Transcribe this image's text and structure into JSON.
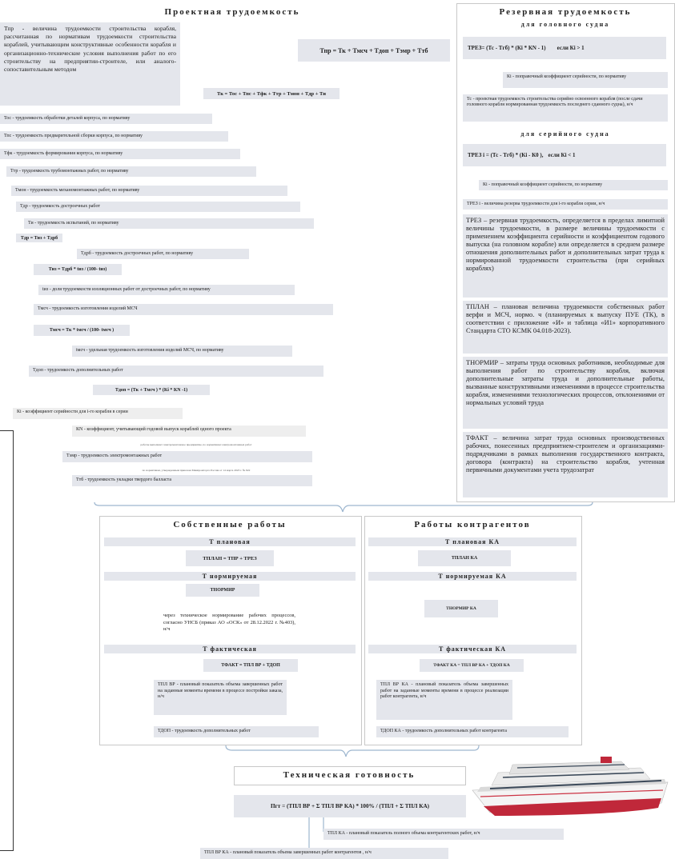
{
  "left": {
    "title": "Проектная трудоемкость",
    "intro": "Тпр - величина трудоемкости строительства корабля, рассчитанная по нормативам трудоемкости строительства кораблей, учитывающим конструктивные особенности корабля и организационно-технические условия выполнения работ по его строительству на предприятии-строителе, или аналого-сопоставительным методом",
    "formula_main": "Тпр = Тк + Тмсч + Тдоп + Тэмр + Ттб",
    "formula_k": "Тк = Тос + Тпс + Тфк + Ттр + Тмон + Тдр + Ти",
    "items": [
      "Тос - трудоемкость обработки деталей корпуса, по нормативу",
      "Тпс - трудоемкость предварительной сборки корпуса, по нормативу",
      "Тфк - трудоемкость формирования корпуса, по нормативу",
      "Ттр - трудоемкость трубомонтажных работ, по нормативу",
      "Тмон - трудоемкость механомонтажных работ, по нормативу",
      "Тдр - трудоемкость достроечных работ",
      "Ти - трудоемкость испытаний, по нормативу"
    ],
    "f_dr": "Тдр = Тиз + Тдрб",
    "drb": "Тдрб - трудоемкость достроечных работ, по нормативу",
    "f_iz": "Тиз = Тдрб * tиз / (100- tиз)",
    "t_iz": "tиз - доля трудоемкости изоляционных работ от достроечных работ, по нормативу",
    "msch": "Тмсч - трудоемкость изготовления изделий МСЧ",
    "f_msch": "Тмсч = Тк * tмсч / (100- tмсч )",
    "t_msch": "tмсч - удельная трудоемкость изготовления изделий МСЧ, по нормативу",
    "dop": "Тдоп - трудоемкость дополнительных работ",
    "f_dop": "Тдоп = (Тк + Тмсч ) * (Кi * КN -1)",
    "ki": "Кi - коэффициент серийности для i-го корабля в серии",
    "kn": "КN - коэффициент, учитывающий годовой выпуск кораблей одного проекта",
    "note_emr": "работы выполняет электромонтажное предприятие, по нормативам электромонтажных работ",
    "emr": "Тэмр - трудоемкость электромонтажных работ",
    "note_tb": "по нормативам, утвержденным приказом Минпромторга России от 14 марта 2023 г. № 822",
    "tb": "Ттб - трудоемкость укладки твердого балласта"
  },
  "right": {
    "title": "Резервная трудоемкость",
    "sub1": "для головного судна",
    "f1": "ТРЕЗ= (Тс - Тгб) * (Кi * КN - 1)",
    "f1_cond": "если Кi > 1",
    "k1": "Кi - поправочный коэффициент серийности, по нормативу",
    "tc": "Тс - проектная трудоемкость строительства серийно освоенного корабля (после сдачи головного корабля нормированная трудоемкость последнего сданного судна), н/ч",
    "sub2": "для серийного судна",
    "f2": "ТРЕЗ i = (Тс - Тгб) * (Кi - К0 ),",
    "f2_cond": "если Кi < 1",
    "k2": "Кi - поправочный коэффициент серийности, по нормативу",
    "rez_i": "ТРЕЗ i - величина резерва трудоемкости для i-го корабля серии, н/ч",
    "d1": "ТРЕЗ – резервная трудоемкость, определяется в пределах лимитной величины трудоемкости, в размере величины трудоемкости с применением коэффициента серийности и коэффициентом годового выпуска (на головном корабле) или определяется в среднем размере отношения дополнительных работ и дополнительных затрат труда к нормированной трудоемкости строительства (при серийных кораблях)",
    "d2": "ТПЛАН – плановая величина трудоемкости собственных работ верфи и МСЧ, нормо. ч (планируемых к выпуску ПУЕ (ТК), в соответствии с приложение «И» и таблица «И1» корпоративного Стандарта СТО КСМК 04.018-2023).",
    "d3": "ТНОРМИР – затраты труда основных работников, необходимые для выполнения работ по строительству корабля, включая дополнительные затраты труда и дополнительные работы, вызванные конструктивными изменениями в процессе строительства корабля, изменениями технологических процессов, отклонениями от нормальных условий труда",
    "d4": "ТФАКТ – величина затрат труда основных производственных рабочих, понесенных предприятием-строителем и организациями-подрядчиками в рамках выполнения государственного контракта, договора (контракта) на строительство корабля, учтенная первичными документами учета трудозатрат"
  },
  "own": {
    "title": "Собственные работы",
    "plan_bar": "Т плановая",
    "plan_f": "ТПЛАН = ТПР + ТРЕЗ",
    "norm_bar": "Т нормируемая",
    "norm_box": "ТНОРМИР",
    "norm_text": "через техническое нормирование рабочих процессов, согласно УНСБ (приказ АО «ОСК» от 28.12.2022 г. №403), н/ч",
    "fact_bar": "Т фактическая",
    "fact_f": "ТФАКТ = ТПЛ ВР + ТДОП",
    "fact_text": "ТПЛ ВР - плановый показатель объема завершенных работ на заданные моменты времени в процессе постройки заказа, н/ч",
    "dop": "ТДОП - трудоемкость дополнительных работ"
  },
  "ka": {
    "title": "Работы контрагентов",
    "plan_bar": "Т плановая КА",
    "plan_box": "ТПЛАН КА",
    "norm_bar": "Т нормируемая КА",
    "norm_box": "ТНОРМИР КА",
    "fact_bar": "Т фактическая КА",
    "fact_f": "ТФАКТ КА = ТПЛ ВР КА + ТДОП КА",
    "fact_text": "ТПЛ ВР КА - плановый показатель объема завершенных работ на заданные моменты времени в процессе реализации работ контрагента, н/ч",
    "dop": "ТДОП КА - трудоемкость дополнительных работ контрагента"
  },
  "tech": {
    "title": "Техническая готовность",
    "formula": "Пгт = (ТПЛ ВР + Σ ТПЛ ВР КА) * 100% / (ТПЛ + Σ ТПЛ КА)",
    "t_pl_ka": "ТПЛ КА - плановый показатель полного объема контрагентских работ, н/ч",
    "t_plvr_ka": "ТПЛ ВР КА - плановый показатель объема завершенных работ контрагентов , н/ч"
  },
  "colors": {
    "box": "#e4e6ec",
    "arrow": "#7fa8cc",
    "line": "#9db6cf"
  }
}
